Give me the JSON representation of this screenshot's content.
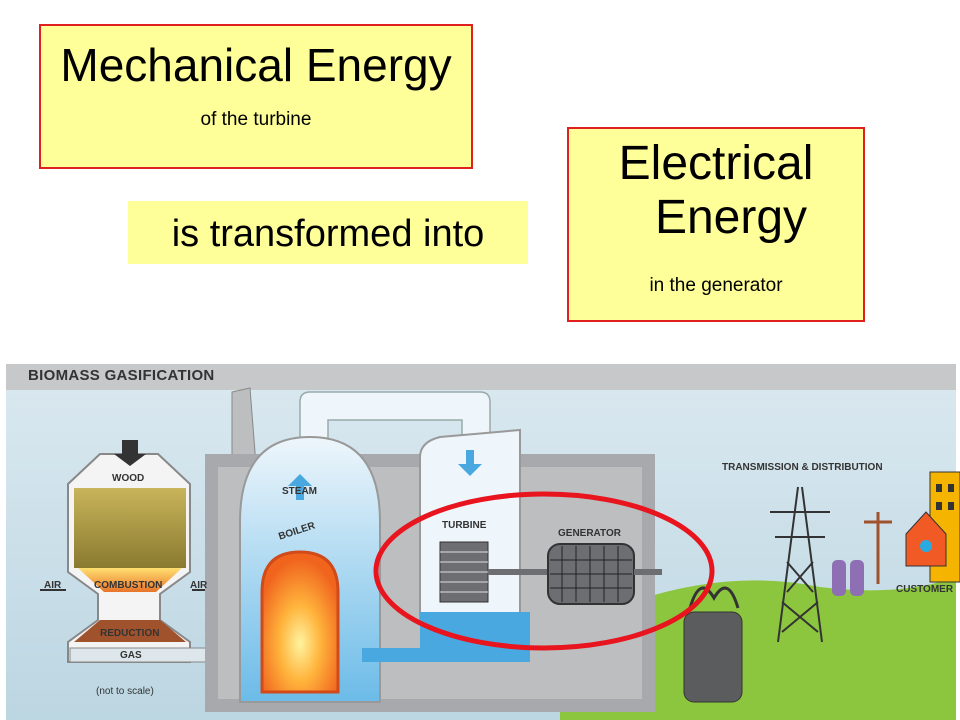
{
  "callouts": {
    "mechanical": {
      "title": "Mechanical Energy",
      "subtitle": "of the turbine"
    },
    "transform": {
      "text": "is transformed into"
    },
    "electrical": {
      "title_line1": "Electrical",
      "title_line2": "Energy",
      "subtitle": "in the generator"
    }
  },
  "diagram": {
    "title": "BIOMASS GASIFICATION",
    "labels": {
      "wood": "WOOD",
      "air_left": "AIR",
      "combustion": "COMBUSTION",
      "air_right": "AIR",
      "reduction": "REDUCTION",
      "gas": "GAS",
      "note": "(not to scale)",
      "steam": "STEAM",
      "boiler": "BOILER",
      "turbine": "TURBINE",
      "generator": "GENERATOR",
      "transmission": "TRANSMISSION & DISTRIBUTION",
      "customer": "CUSTOMER"
    }
  },
  "colors": {
    "callout_fill": "#ffff99",
    "callout_border": "#e02020",
    "highlight_ellipse": "#e8141e",
    "sky": "#cfe3ec",
    "ground": "#8cc63f",
    "water": "#4aa8e0",
    "plant_gray": "#a7a9ac"
  }
}
